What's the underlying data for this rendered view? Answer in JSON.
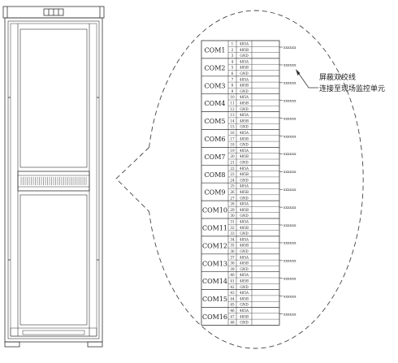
{
  "annotation": {
    "line1": "屏蔽双绞线",
    "line2": "连接至现场监控单元"
  },
  "wire_mark": "xxxxxx",
  "terminal": {
    "signals": [
      "485A",
      "485B",
      "GND"
    ],
    "ports": [
      {
        "name": "COM1"
      },
      {
        "name": "COM2"
      },
      {
        "name": "COM3"
      },
      {
        "name": "COM4"
      },
      {
        "name": "COM5"
      },
      {
        "name": "COM6"
      },
      {
        "name": "COM7"
      },
      {
        "name": "COM8"
      },
      {
        "name": "COM9"
      },
      {
        "name": "COM10"
      },
      {
        "name": "COM11"
      },
      {
        "name": "COM12"
      },
      {
        "name": "COM13"
      },
      {
        "name": "COM14"
      },
      {
        "name": "COM15"
      },
      {
        "name": "COM16"
      }
    ]
  }
}
